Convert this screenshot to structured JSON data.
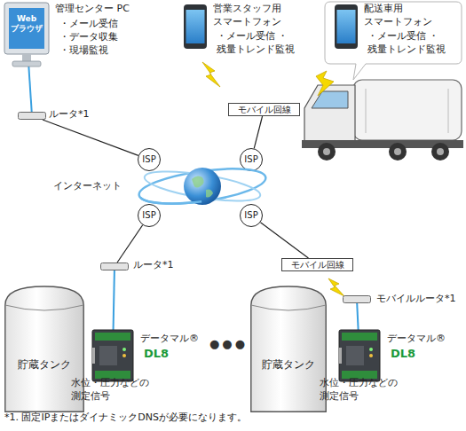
{
  "diagram": {
    "nodes": [
      {
        "text": [
          "管理センター PC",
          "・メール受信 ・データ収集 ・現場監視",
          "Web ブラウザ"
        ]
      },
      {
        "text": [
          "ルータ*1"
        ]
      },
      {
        "text": [
          "営業スタッフ用 スマートフォン",
          "・メール受信 ・残量トレンド監視"
        ]
      },
      {
        "text": [
          "配送車用 スマートフォン",
          "・メール受信 ・残量トレンド監視"
        ]
      },
      {
        "text": [
          "モバイル回線"
        ]
      },
      {
        "text": [
          "ISP"
        ]
      },
      {
        "text": [
          "ISP"
        ]
      },
      {
        "text": [
          "インターネット"
        ]
      },
      {
        "text": [
          "ISP"
        ]
      },
      {
        "text": [
          "ISP"
        ]
      },
      {
        "text": [
          "ルータ*1"
        ]
      },
      {
        "text": [
          "モバイル回線"
        ]
      },
      {
        "text": [
          "モバイルルータ*1"
        ]
      },
      {
        "text": [
          "貯蔵タンク"
        ]
      },
      {
        "text": [
          "データマル®",
          "DL8"
        ]
      },
      {
        "text": [
          "貯蔵タンク"
        ]
      },
      {
        "text": [
          "データマル®",
          "DL8"
        ]
      }
    ],
    "edges": [
      {
        "from": 0,
        "to": 1,
        "arrow": "none"
      },
      {
        "from": 1,
        "to": 5,
        "arrow": "none"
      },
      {
        "from": 4,
        "to": 6,
        "arrow": "none"
      },
      {
        "from": 8,
        "to": 10,
        "arrow": "none"
      },
      {
        "from": 9,
        "to": 11,
        "arrow": "none"
      },
      {
        "from": 10,
        "to": 14,
        "arrow": "none"
      },
      {
        "from": 12,
        "to": 16,
        "arrow": "none"
      }
    ],
    "labels": [
      "水位・圧力などの 測定信号",
      "水位・圧力などの 測定信号",
      "●●●",
      "*1. 固定IPまたはダイナミックDNSが必要になります。"
    ]
  }
}
